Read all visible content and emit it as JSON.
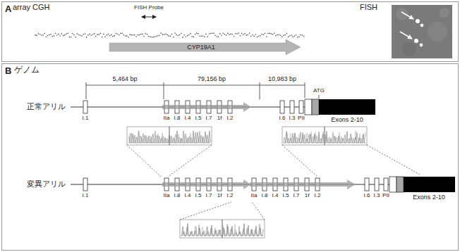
{
  "diagram": {
    "nodes": [
      {
        "text": [
          "A"
        ]
      },
      {
        "text": [
          "B"
        ]
      }
    ],
    "labels": [
      "array CGH",
      "FISH Probe",
      "CYP19A1",
      "FISH",
      "ゲノム",
      "正常アリル",
      "5,464 bp",
      "79,156 bp",
      "10,983 bp",
      "ATG",
      "I.1",
      "IIa",
      "I.8",
      "I.4",
      "I.5",
      "I.7",
      "1f",
      "I.2",
      "I.6",
      "I.3",
      "PII",
      "Exons 2-10",
      "変異アリル",
      "I.1",
      "IIa",
      "I.8",
      "I.4",
      "I.5",
      "I.7",
      "1f",
      "I.2",
      "IIa",
      "I.8",
      "I.4",
      "I.5",
      "I.7",
      "1f",
      "I.2",
      "I.6",
      "I.3",
      "PII",
      "Exons 2-10"
    ]
  }
}
